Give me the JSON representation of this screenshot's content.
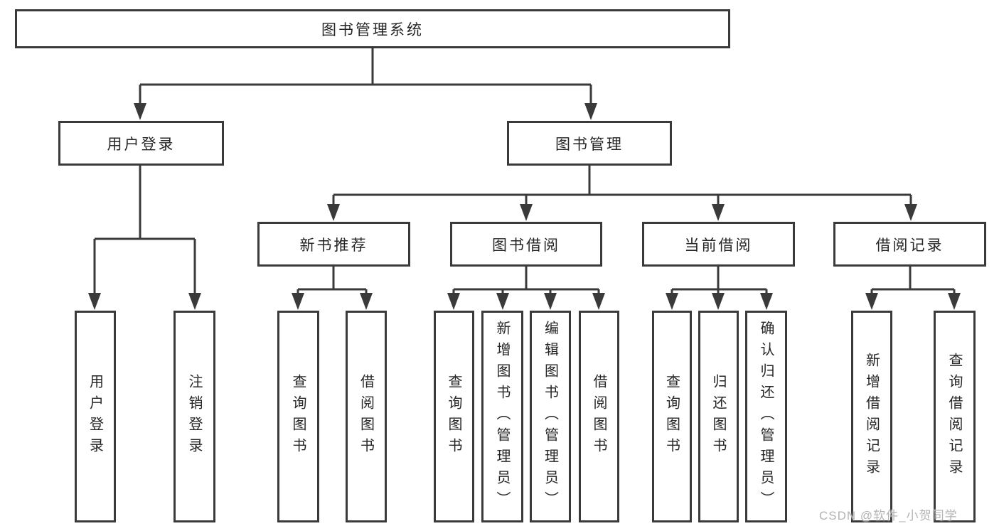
{
  "tree": {
    "label": "图书管理系统",
    "children": [
      {
        "label": "用户登录",
        "children": [
          {
            "label": "用户登录"
          },
          {
            "label": "注销登录"
          }
        ]
      },
      {
        "label": "图书管理",
        "children": [
          {
            "label": "新书推荐",
            "children": [
              {
                "label": "查询图书"
              },
              {
                "label": "借阅图书"
              }
            ]
          },
          {
            "label": "图书借阅",
            "children": [
              {
                "label": "查询图书"
              },
              {
                "label": "新增图书（管理员）"
              },
              {
                "label": "编辑图书（管理员）"
              },
              {
                "label": "借阅图书"
              }
            ]
          },
          {
            "label": "当前借阅",
            "children": [
              {
                "label": "查询图书"
              },
              {
                "label": "归还图书"
              },
              {
                "label": "确认归还（管理员）"
              }
            ]
          },
          {
            "label": "借阅记录",
            "children": [
              {
                "label": "新增借阅记录"
              },
              {
                "label": "查询借阅记录"
              }
            ]
          }
        ]
      }
    ]
  },
  "watermark": {
    "text": "CSDN @软件_小贺同学"
  },
  "colors": {
    "line": "#3a3a3a",
    "text": "#262626",
    "background": "#ffffff",
    "watermark": "#b3b3b3"
  }
}
